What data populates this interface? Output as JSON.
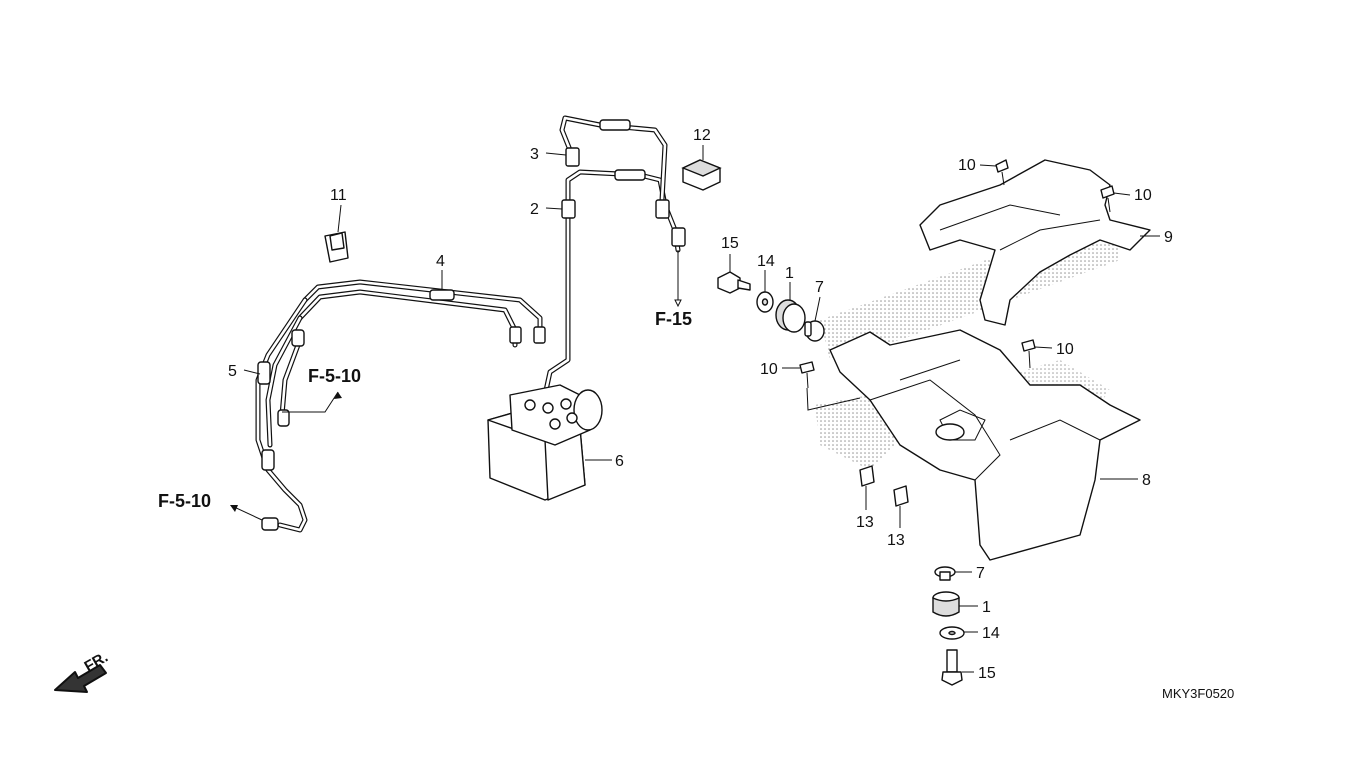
{
  "diagram": {
    "code": "MKY3F0520",
    "front_indicator": "FR.",
    "refs": [
      "F-15",
      "F-5-10",
      "F-5-10"
    ],
    "callouts": {
      "c1a": "1",
      "c1b": "1",
      "c2": "2",
      "c3": "3",
      "c4": "4",
      "c5": "5",
      "c6": "6",
      "c7a": "7",
      "c7b": "7",
      "c8": "8",
      "c9": "9",
      "c10a": "10",
      "c10b": "10",
      "c10c": "10",
      "c10d": "10",
      "c11": "11",
      "c12": "12",
      "c13a": "13",
      "c13b": "13",
      "c14a": "14",
      "c14b": "14",
      "c15a": "15",
      "c15b": "15"
    }
  }
}
